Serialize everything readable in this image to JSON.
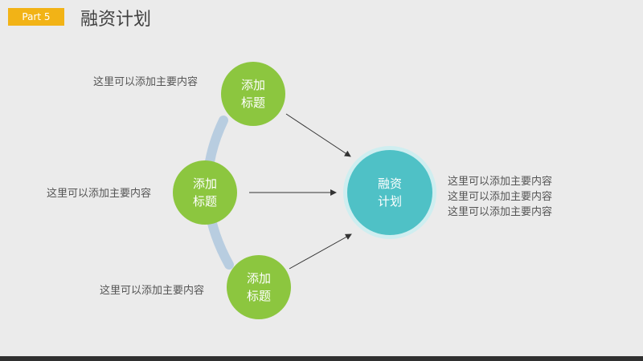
{
  "header": {
    "badge": "Part 5",
    "title": "融资计划"
  },
  "colors": {
    "accent": "#f2b316",
    "node_green": "#8cc63f",
    "node_teal": "#4fc1c6",
    "arc": "#b8cde0"
  },
  "nodes": {
    "top": {
      "line1": "添加",
      "line2": "标题"
    },
    "middle": {
      "line1": "添加",
      "line2": "标题"
    },
    "bottom": {
      "line1": "添加",
      "line2": "标题"
    },
    "center": {
      "line1": "融资",
      "line2": "计划"
    }
  },
  "descriptions": {
    "top": "这里可以添加主要内容",
    "middle": "这里可以添加主要内容",
    "bottom": "这里可以添加主要内容",
    "right": [
      "这里可以添加主要内容",
      "这里可以添加主要内容",
      "这里可以添加主要内容"
    ]
  }
}
